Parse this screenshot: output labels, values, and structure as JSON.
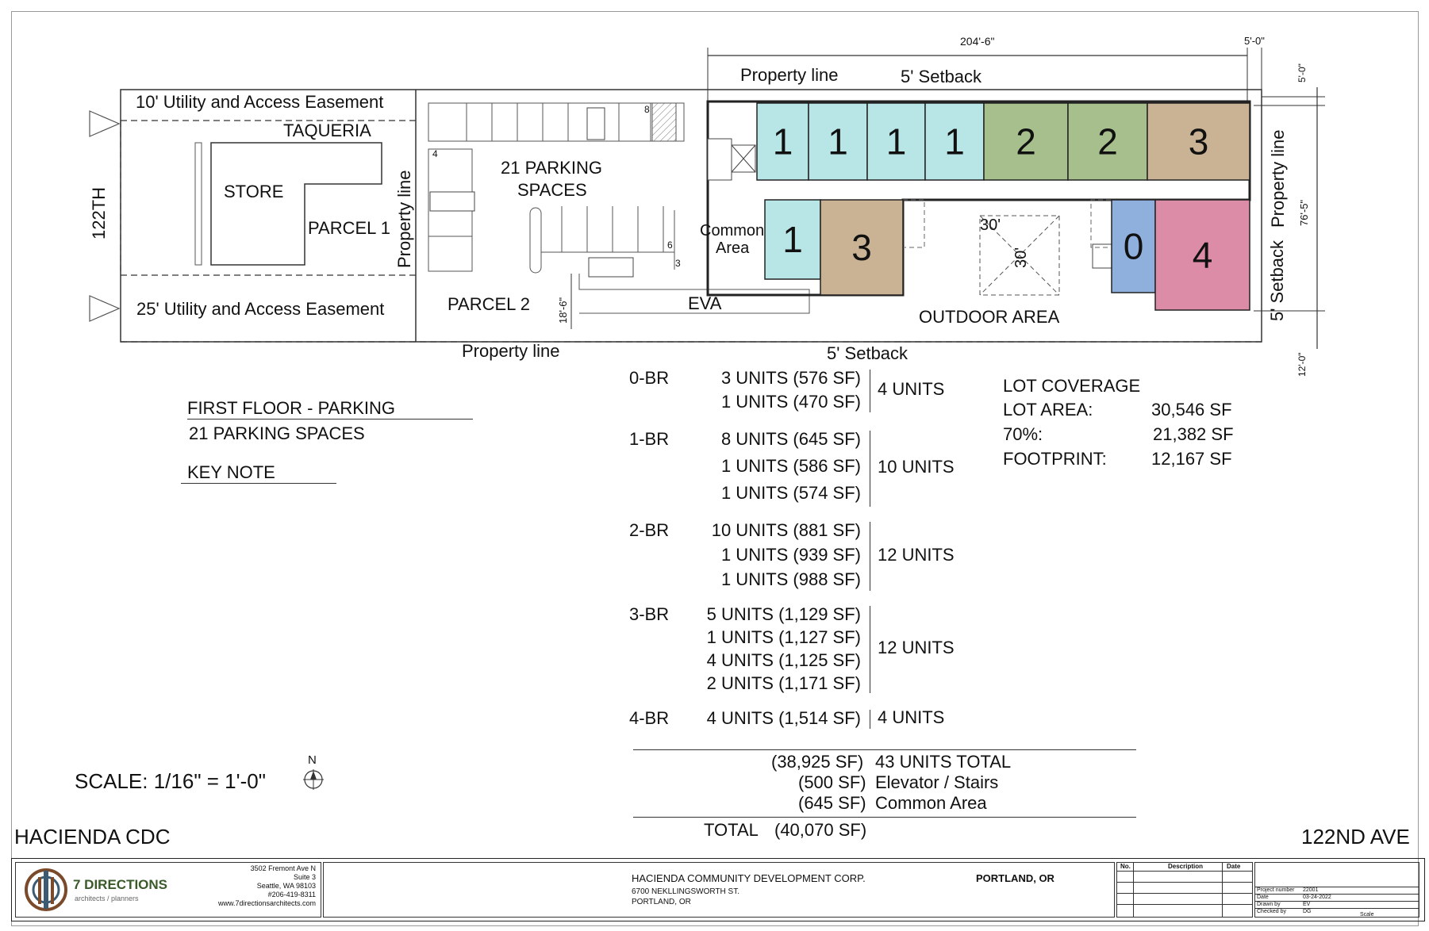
{
  "plan": {
    "street_left": "122TH",
    "street_right": "122ND AVE",
    "project_label": "HACIENDA CDC",
    "dim_width": "204'-6\"",
    "dim_right_setback": "5'-0\"",
    "dim_top": "5'-0\"",
    "dim_depth": "76'-5\"",
    "dim_bottom": "12'-0\"",
    "dim_eva": "18'-6\"",
    "property_line": "Property line",
    "setback": "5' Setback",
    "easement_top": "10' Utility and Access Easement",
    "easement_bottom": "25' Utility and Access Easement",
    "taqueria": "TAQUERIA",
    "store": "STORE",
    "parcel1": "PARCEL 1",
    "parcel2": "PARCEL 2",
    "parking_label_1": "21 PARKING",
    "parking_label_2": "SPACES",
    "eva": "EVA",
    "common_area_1": "Common",
    "common_area_2": "Area",
    "outdoor_area": "OUTDOOR AREA",
    "outdoor_dim": "30'",
    "stall_numbers": [
      "8",
      "4",
      "6",
      "3"
    ],
    "units_top": [
      {
        "label": "1",
        "color": "#b8e6e6"
      },
      {
        "label": "1",
        "color": "#b8e6e6"
      },
      {
        "label": "1",
        "color": "#b8e6e6"
      },
      {
        "label": "1",
        "color": "#b8e6e6"
      },
      {
        "label": "2",
        "color": "#a6bf8c"
      },
      {
        "label": "2",
        "color": "#a6bf8c"
      },
      {
        "label": "3",
        "color": "#c9b394"
      }
    ],
    "units_bottom": [
      {
        "label": "1",
        "color": "#b8e6e6"
      },
      {
        "label": "3",
        "color": "#c9b394"
      },
      {
        "label": "0",
        "color": "#8fb0dc"
      },
      {
        "label": "4",
        "color": "#dc8ca6"
      }
    ]
  },
  "notes": {
    "floor_title": "FIRST FLOOR - PARKING",
    "floor_sub": "21 PARKING SPACES",
    "key_note": "KEY NOTE",
    "scale": "SCALE: 1/16\" = 1'-0\"",
    "north": "N"
  },
  "unit_mix": [
    {
      "type": "0-BR",
      "lines": [
        "3 UNITS (576 SF)",
        "1 UNITS (470 SF)"
      ],
      "total": "4 UNITS"
    },
    {
      "type": "1-BR",
      "lines": [
        "8 UNITS (645 SF)",
        "1 UNITS (586 SF)",
        "1 UNITS (574 SF)"
      ],
      "total": "10 UNITS"
    },
    {
      "type": "2-BR",
      "lines": [
        "10 UNITS (881 SF)",
        "1 UNITS (939 SF)",
        "1 UNITS (988 SF)"
      ],
      "total": "12 UNITS"
    },
    {
      "type": "3-BR",
      "lines": [
        "5 UNITS (1,129 SF)",
        "1 UNITS (1,127 SF)",
        "4 UNITS (1,125 SF)",
        "2 UNITS (1,171 SF)"
      ],
      "total": "12 UNITS"
    },
    {
      "type": "4-BR",
      "lines": [
        "4 UNITS (1,514 SF)"
      ],
      "total": "4 UNITS"
    }
  ],
  "summary": {
    "units_sf": "(38,925 SF)",
    "units_total": "43 UNITS TOTAL",
    "elev_sf": "(500 SF)",
    "elev_label": "Elevator / Stairs",
    "common_sf": "(645 SF)",
    "common_label": "Common Area",
    "total_label": "TOTAL",
    "total_sf": "(40,070 SF)"
  },
  "coverage": {
    "heading": "LOT COVERAGE",
    "rows": [
      {
        "label": "LOT AREA:",
        "value": "30,546 SF"
      },
      {
        "label": "70%:",
        "value": "21,382 SF"
      },
      {
        "label": "FOOTPRINT:",
        "value": "12,167 SF"
      }
    ]
  },
  "titleblock": {
    "firm": "7 DIRECTIONS",
    "firm_sub": "architects / planners",
    "address": [
      "3502 Fremont Ave N",
      "Suite 3",
      "Seattle, WA 98103",
      "#206-419-8311",
      "www.7directionsarchitects.com"
    ],
    "client": "HACIENDA COMMUNITY DEVELOPMENT CORP.",
    "client_addr_1": "6700 NEKLLINGSWORTH ST.",
    "client_addr_2": "PORTLAND, OR",
    "city": "PORTLAND, OR",
    "rev_headers": [
      "No.",
      "Description",
      "Date"
    ],
    "info": [
      {
        "label": "Project number",
        "value": "22001"
      },
      {
        "label": "Date",
        "value": "03-24-2022"
      },
      {
        "label": "Drawn by",
        "value": "EV"
      },
      {
        "label": "Checked by",
        "value": "DG"
      }
    ],
    "scale_label": "Scale"
  }
}
